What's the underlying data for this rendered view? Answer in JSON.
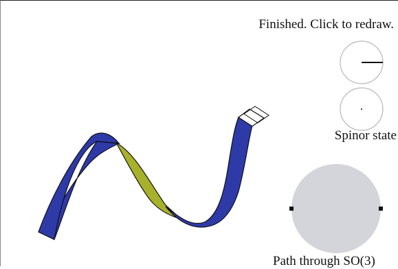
{
  "status_text": "Finished.  Click to redraw.",
  "spinor_label": "Spinor state",
  "so3_label": "Path through SO(3)",
  "colors": {
    "ribbon_front": "#2e3aa8",
    "ribbon_back": "#a8b12b",
    "outline": "#111111",
    "disc_fill": "#d3d5da",
    "dial_outline": "#b8b8b8"
  }
}
